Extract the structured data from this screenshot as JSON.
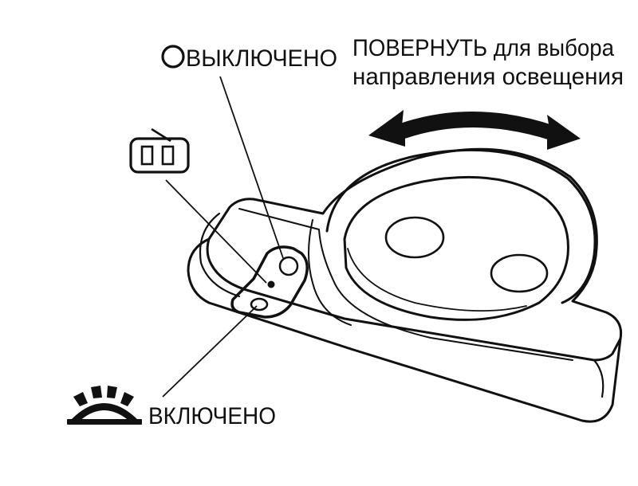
{
  "labels": {
    "off": "ВЫКЛЮЧЕНО",
    "on": "ВКЛЮЧЕНО",
    "rotate_line1": "ПОВЕРНУТЬ для выбора",
    "rotate_line2": "направления освещения"
  },
  "icons": {
    "off_state": "circle-outline-icon",
    "door_state": "door-switch-icon",
    "on_state": "lamp-on-icon",
    "rotate": "double-arrow-icon"
  },
  "colors": {
    "ink": "#111111",
    "paper": "#ffffff"
  }
}
